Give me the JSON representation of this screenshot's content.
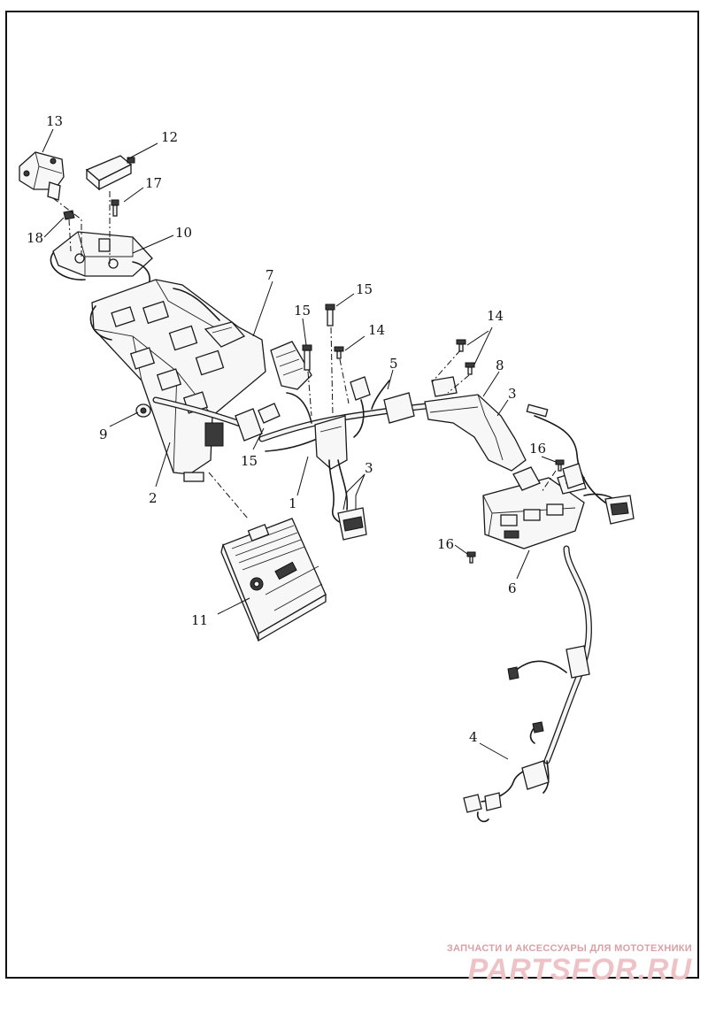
{
  "diagram": {
    "callouts": {
      "c1": "1",
      "c2": "2",
      "c3a": "3",
      "c3b": "3",
      "c4": "4",
      "c5": "5",
      "c6": "6",
      "c7": "7",
      "c8": "8",
      "c9": "9",
      "c10": "10",
      "c11": "11",
      "c12": "12",
      "c13": "13",
      "c14a": "14",
      "c14b": "14",
      "c15a": "15",
      "c15b": "15",
      "c15c": "15",
      "c16a": "16",
      "c16b": "16",
      "c17": "17",
      "c18": "18"
    }
  },
  "watermark": {
    "caption": "ЗАПЧАСТИ И АКСЕССУАРЫ ДЛЯ МОТОТЕХНИКИ",
    "logo": "PARTSFOR.RU"
  }
}
